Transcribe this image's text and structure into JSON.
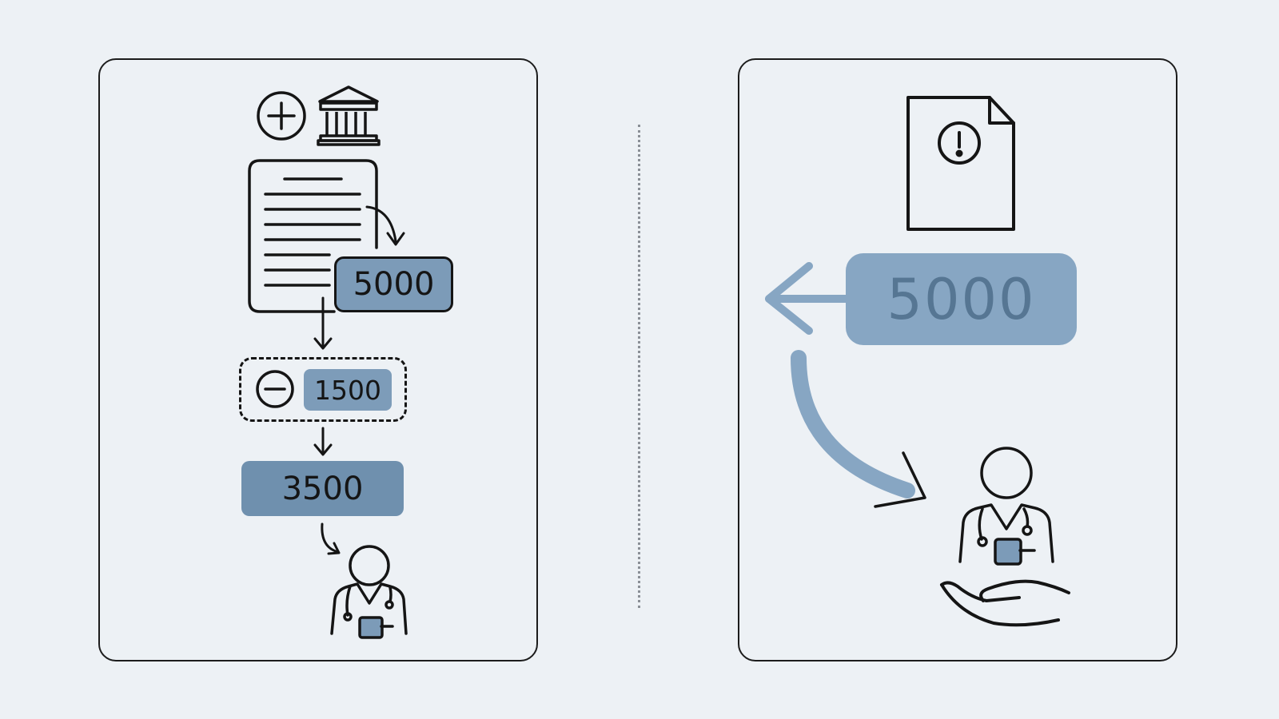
{
  "left_panel": {
    "gross_amount": "5000",
    "deduction_amount": "1500",
    "net_amount": "3500"
  },
  "right_panel": {
    "amount": "5000"
  },
  "icons": {
    "left": [
      "plus-circle-icon",
      "bank-icon",
      "document-icon",
      "minus-circle-icon",
      "doctor-icon"
    ],
    "right": [
      "warning-document-icon",
      "arrow-left-icon",
      "doctor-icon",
      "hand-icon"
    ]
  },
  "colors": {
    "background": "#edf1f5",
    "accent_blue": "#7c9bb8",
    "dark_blue": "#6f90ae",
    "light_blue": "#87a6c3",
    "stroke": "#151515"
  }
}
